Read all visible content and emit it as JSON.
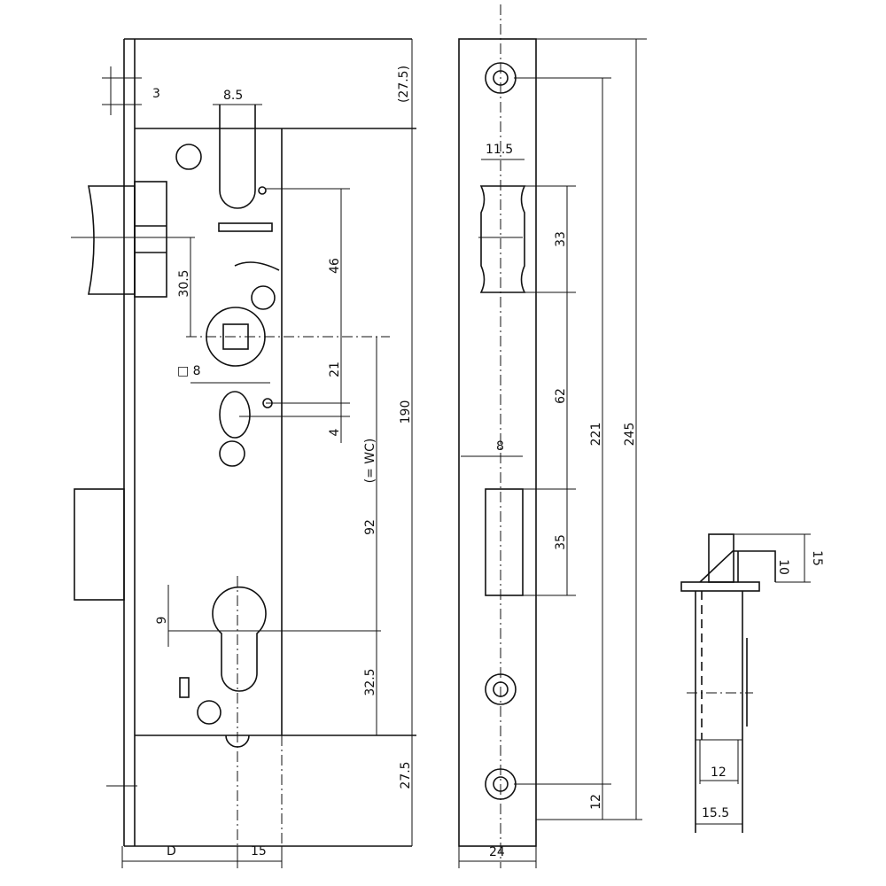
{
  "lock_body": {
    "dim_3": "3",
    "dim_8_5": "8.5",
    "dim_27_5_top": "(27.5)",
    "dim_46": "46",
    "dim_30_5": "30.5",
    "dim_sq8": "□ 8",
    "dim_21": "21",
    "dim_4": "4",
    "dim_190": "190",
    "dim_wc": "(= WC)",
    "dim_92": "92",
    "dim_9": "9",
    "dim_32_5": "32.5",
    "dim_27_5_bottom": "27.5",
    "dim_d": "D",
    "dim_15": "15"
  },
  "strike_plate": {
    "dim_11_5": "11.5",
    "dim_33": "33",
    "dim_62": "62",
    "dim_221": "221",
    "dim_245": "245",
    "dim_8": "8",
    "dim_35": "35",
    "dim_12": "12",
    "dim_24": "24"
  },
  "latch_detail": {
    "dim_15": "15",
    "dim_10": "10",
    "dim_12": "12",
    "dim_15_5": "15.5"
  }
}
